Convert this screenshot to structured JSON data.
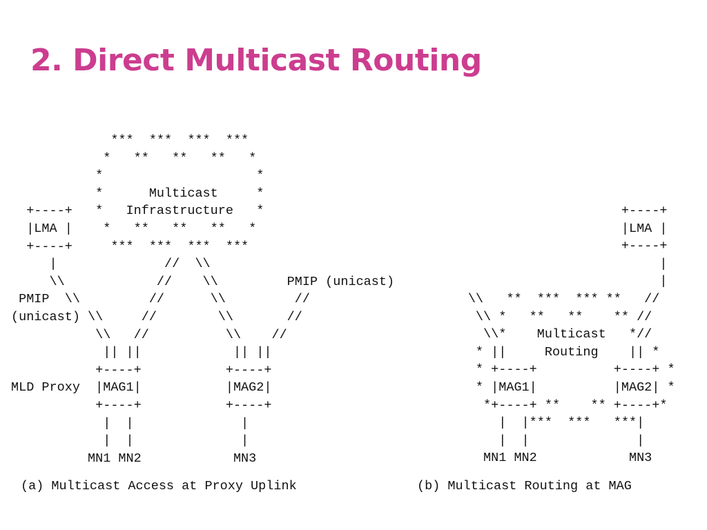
{
  "title": "2. Direct Multicast Routing",
  "diagram_a": {
    "lines": [
      "             ***  ***  ***  ***",
      "            *   **   **   **   *",
      "           *                    *",
      "           *      Multicast     *",
      "  +----+   *   Infrastructure   *",
      "  |LMA |    *   **   **   **   *",
      "  +----+     ***  ***  ***  ***",
      "     |              //  \\\\",
      "     \\\\            //    \\\\         PMIP (unicast)",
      " PMIP  \\\\         //      \\\\         //",
      "(unicast) \\\\     //        \\\\       //",
      "           \\\\   //          \\\\    //",
      "            || ||            || ||",
      "           +----+           +----+",
      "MLD Proxy  |MAG1|           |MAG2|",
      "           +----+           +----+",
      "            |  |              |",
      "            |  |              |",
      "          MN1 MN2            MN3"
    ]
  },
  "diagram_b": {
    "lines": [
      "                                      +----+",
      "                                      |LMA |",
      "                                      +----+",
      "                                           |",
      "                                           |",
      "                  \\\\   **  ***  *** **   //",
      "                   \\\\ *   **   **    ** //",
      "                    \\\\*    Multicast   *//",
      "                   * ||     Routing    || *",
      "                   * +----+          +----+ *",
      "                   * |MAG1|          |MAG2| *",
      "                    *+----+ **    ** +----+*",
      "                      |  |***  ***   ***|",
      "                      |  |              |",
      "                    MN1 MN2            MN3"
    ]
  },
  "captions": {
    "a": "(a) Multicast Access at Proxy Uplink",
    "b": "(b) Multicast Routing at MAG"
  }
}
